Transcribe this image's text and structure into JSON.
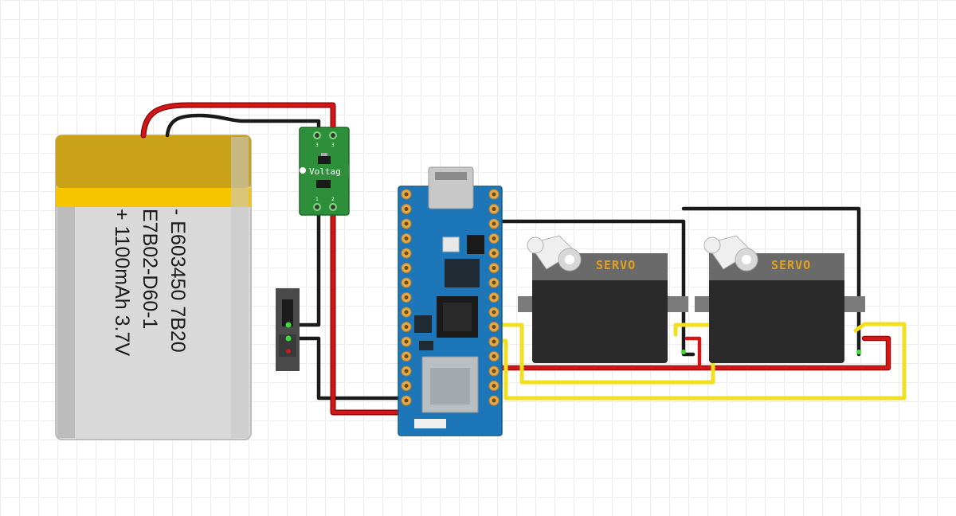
{
  "battery": {
    "line_1": "- E603450 7B20",
    "line_2": "E7B02-D60-1",
    "line_3": "+ 1100mAh 3.7V"
  },
  "regulator": {
    "label": "Voltag",
    "pin_labels": [
      "3",
      "3",
      "1",
      "2"
    ]
  },
  "servos": [
    {
      "label": "SERVO"
    },
    {
      "label": "SERVO"
    }
  ],
  "colors": {
    "wire_red": "#d01818",
    "wire_black": "#1a1a1a",
    "wire_yellow": "#f0e020",
    "board_blue": "#1d76b8",
    "regulator_green": "#2e8f3a",
    "battery_gold": "#c9a21a",
    "servo_body": "#2a2a2a"
  }
}
